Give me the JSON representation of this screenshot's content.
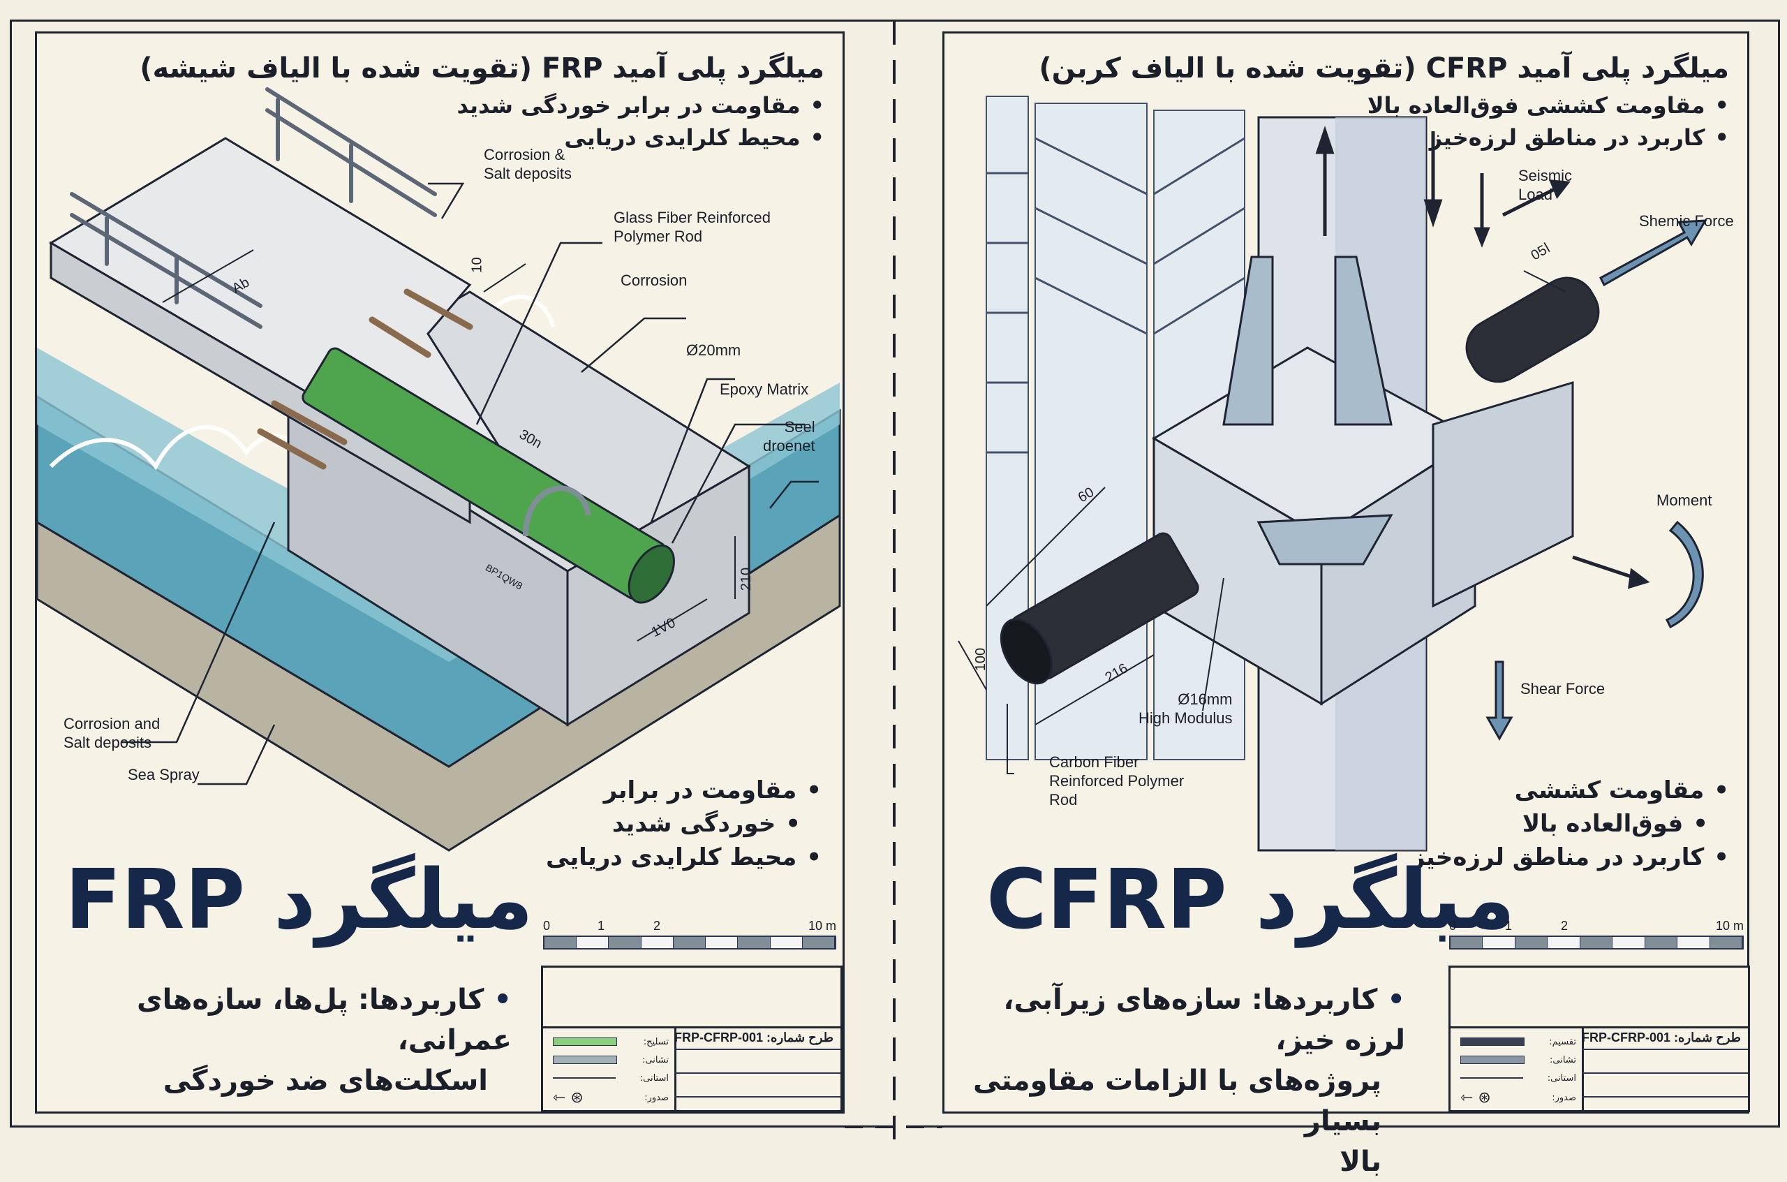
{
  "left_panel": {
    "heading": "میلگرد پلی آمید FRP (تقویت شده با الیاف شیشه)",
    "top_bullets": [
      "مقاومت در برابر خوردگی شدید",
      "محیط کلرایدی دریایی"
    ],
    "side_bullets": [
      "مقاومت در برابر",
      "خوردگی شدید",
      "محیط کلرایدی دریایی"
    ],
    "title": "میلگرد FRP",
    "applications": [
      "کاربردها: پل‌ها، سازه‌های عمرانی،",
      "اسکلت‌های ضد خوردگی"
    ],
    "diagram_labels": {
      "corrosion_salt_top": [
        "Corrosion &",
        "Salt deposits"
      ],
      "glass_fiber_rod": [
        "Glass Fiber Reinforced",
        "Polymer Rod"
      ],
      "corrosion": "Corrosion",
      "diameter": "Ø20mm",
      "epoxy": "Epoxy Matrix",
      "steel": [
        "Seel",
        "droenet"
      ],
      "corrosion_salt_bottom": [
        "Corrosion and",
        "Salt deposits"
      ],
      "sea_spray": "Sea Spray"
    },
    "dimensions": {
      "ab": "Ab",
      "d10": "10",
      "d30n": "30n",
      "d210": "210",
      "d1v0": "1V0",
      "mark": "BP1QW8"
    },
    "colors": {
      "rod": "#4fa54e",
      "water": "#4f9db4",
      "concrete": "#cfd4d8",
      "rust": "#a06a3a"
    }
  },
  "right_panel": {
    "heading": "میلگرد پلی آمید CFRP (تقویت شده با الیاف کربن)",
    "top_bullets": [
      "مقاومت کششی فوق‌العاده بالا",
      "کاربرد در مناطق لرزه‌خیز"
    ],
    "side_bullets": [
      "مقاومت کششی",
      "فوق‌العاده بالا",
      "کاربرد در مناطق لرزه‌خیز"
    ],
    "title": "میلگرد CFRP",
    "applications": [
      "کاربردها: سازه‌های زیرآبی، لرزه خیز،",
      "پروژه‌های با الزامات مقاومتی بسیار",
      "بالا"
    ],
    "diagram_labels": {
      "seismic_load": [
        "Seismic",
        "Load"
      ],
      "shemic_force": "Shemic Force",
      "moment": "Moment",
      "shear_force": "Shear Force",
      "diameter": [
        "Ø16mm",
        "High Modulus"
      ],
      "carbon_rod": [
        "Carbon Fiber",
        "Reinforced Polymer",
        "Rod"
      ]
    },
    "dimensions": {
      "d60": "60",
      "d100": "100",
      "d216": "216",
      "d05": "ا05"
    },
    "colors": {
      "rod": "#2b2f36",
      "steel": "#a9bccb",
      "concrete": "#dfe4ea",
      "arrow": "#6d93b2"
    }
  },
  "scale_bar": {
    "ticks": [
      "0",
      "1",
      "2",
      "10 m"
    ]
  },
  "title_block": {
    "drawing_number_label": "طرح شماره:",
    "drawing_number": "FRP-CFRP-001",
    "legend_left": [
      "تسلیح:",
      "تشانی:",
      "استانی:",
      "صدور:"
    ],
    "legend_right": [
      "تقسیم:",
      "تشانی:",
      "استانی:",
      "صدور:"
    ]
  },
  "accent_color": "#16284a"
}
